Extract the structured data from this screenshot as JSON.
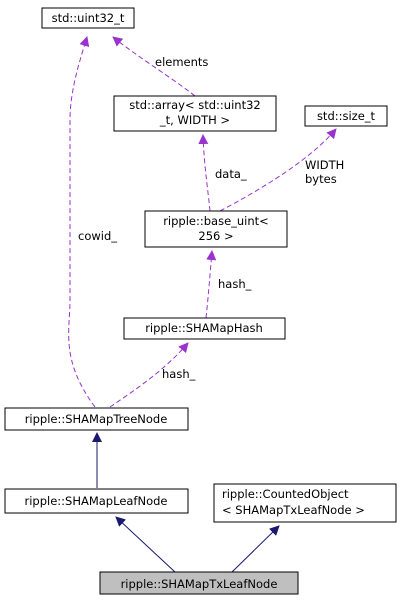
{
  "nodes": {
    "uint32": {
      "lines": [
        "std::uint32_t"
      ]
    },
    "array": {
      "lines": [
        "std::array< std::uint32",
        "_t, WIDTH >"
      ]
    },
    "size_t": {
      "lines": [
        "std::size_t"
      ]
    },
    "base_uint": {
      "lines": [
        "ripple::base_uint<",
        "256 >"
      ]
    },
    "shamaphash": {
      "lines": [
        "ripple::SHAMapHash"
      ]
    },
    "treenode": {
      "lines": [
        "ripple::SHAMapTreeNode"
      ]
    },
    "leafnode": {
      "lines": [
        "ripple::SHAMapLeafNode"
      ]
    },
    "counted": {
      "lines": [
        "ripple::CountedObject",
        "< SHAMapTxLeafNode >"
      ]
    },
    "txleaf": {
      "lines": [
        "ripple::SHAMapTxLeafNode"
      ]
    }
  },
  "edge_labels": {
    "elements": [
      "elements"
    ],
    "cowid": [
      "cowid_"
    ],
    "data": [
      "data_"
    ],
    "width_bytes": [
      "WIDTH",
      "bytes"
    ],
    "hash_base": [
      "hash_"
    ],
    "hash_tree": [
      "hash_"
    ]
  },
  "colors": {
    "usage_edge": "#9a32cd",
    "inherit_edge": "#191970",
    "node_border": "#000000",
    "highlight_fill": "#bfbfbf"
  }
}
